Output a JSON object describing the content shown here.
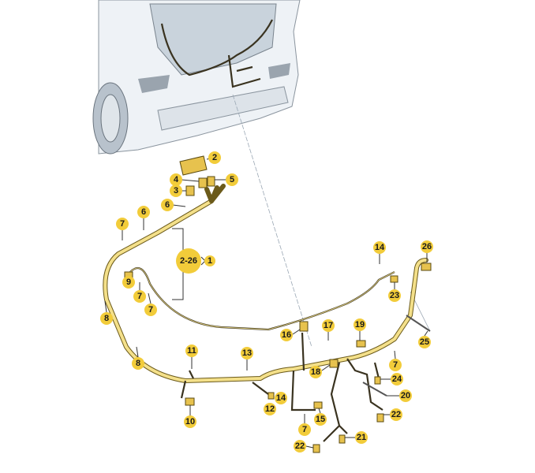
{
  "diagram": {
    "title": "Rear wiring harness exploded view",
    "callouts": [
      {
        "label": "2"
      },
      {
        "label": "4"
      },
      {
        "label": "5"
      },
      {
        "label": "3"
      },
      {
        "label": "6"
      },
      {
        "label": "6"
      },
      {
        "label": "7"
      },
      {
        "label": "2-26"
      },
      {
        "label": "1"
      },
      {
        "label": "9"
      },
      {
        "label": "7"
      },
      {
        "label": "7"
      },
      {
        "label": "8"
      },
      {
        "label": "8"
      },
      {
        "label": "11"
      },
      {
        "label": "10"
      },
      {
        "label": "13"
      },
      {
        "label": "12"
      },
      {
        "label": "14"
      },
      {
        "label": "16"
      },
      {
        "label": "17"
      },
      {
        "label": "19"
      },
      {
        "label": "18"
      },
      {
        "label": "14"
      },
      {
        "label": "23"
      },
      {
        "label": "26"
      },
      {
        "label": "25"
      },
      {
        "label": "7"
      },
      {
        "label": "24"
      },
      {
        "label": "20"
      },
      {
        "label": "22"
      },
      {
        "label": "15"
      },
      {
        "label": "7"
      },
      {
        "label": "21"
      },
      {
        "label": "22"
      }
    ],
    "colors": {
      "callout": "#f2cc3a",
      "harness": "#f4e08a"
    }
  }
}
